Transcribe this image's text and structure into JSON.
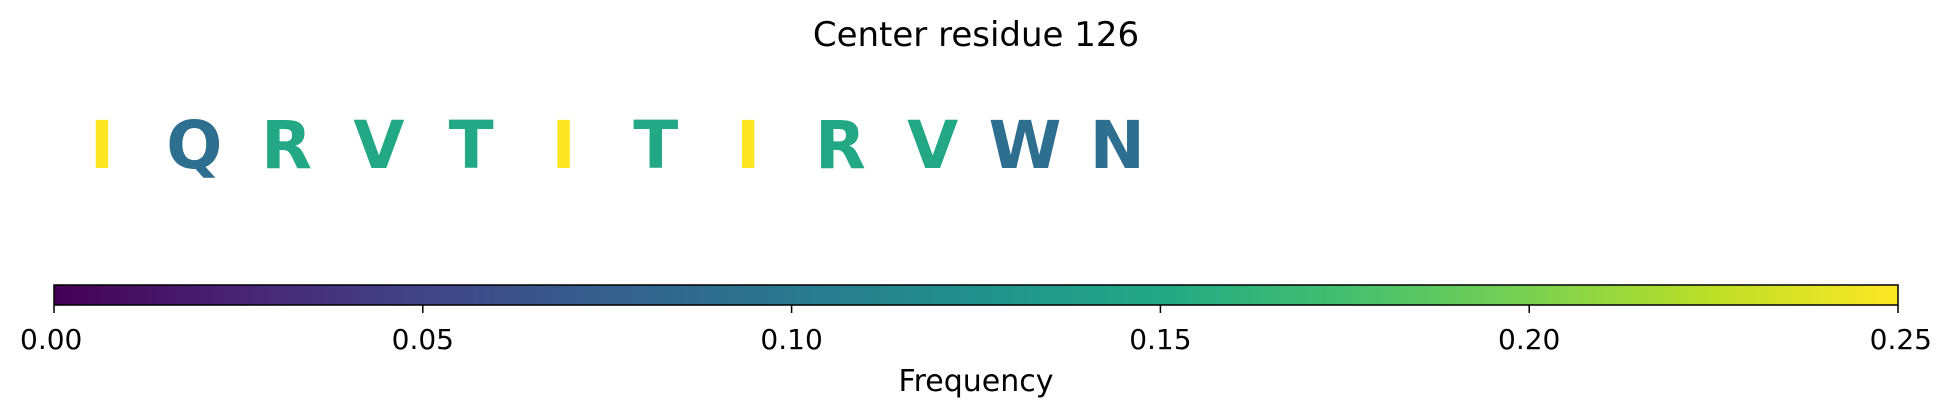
{
  "chart_data": {
    "type": "heatmap",
    "title": "Center residue 126",
    "residues": [
      {
        "letter": "I",
        "value": 0.25
      },
      {
        "letter": "Q",
        "value": 0.09
      },
      {
        "letter": "R",
        "value": 0.15
      },
      {
        "letter": "V",
        "value": 0.15
      },
      {
        "letter": "T",
        "value": 0.15
      },
      {
        "letter": "I",
        "value": 0.25
      },
      {
        "letter": "T",
        "value": 0.15
      },
      {
        "letter": "I",
        "value": 0.25
      },
      {
        "letter": "R",
        "value": 0.15
      },
      {
        "letter": "V",
        "value": 0.15
      },
      {
        "letter": "W",
        "value": 0.09
      },
      {
        "letter": "N",
        "value": 0.09
      }
    ],
    "colorbar": {
      "label": "Frequency",
      "range": [
        0,
        0.25
      ],
      "ticks": [
        "0.00",
        "0.05",
        "0.10",
        "0.15",
        "0.20",
        "0.25"
      ],
      "colormap": "viridis"
    }
  }
}
